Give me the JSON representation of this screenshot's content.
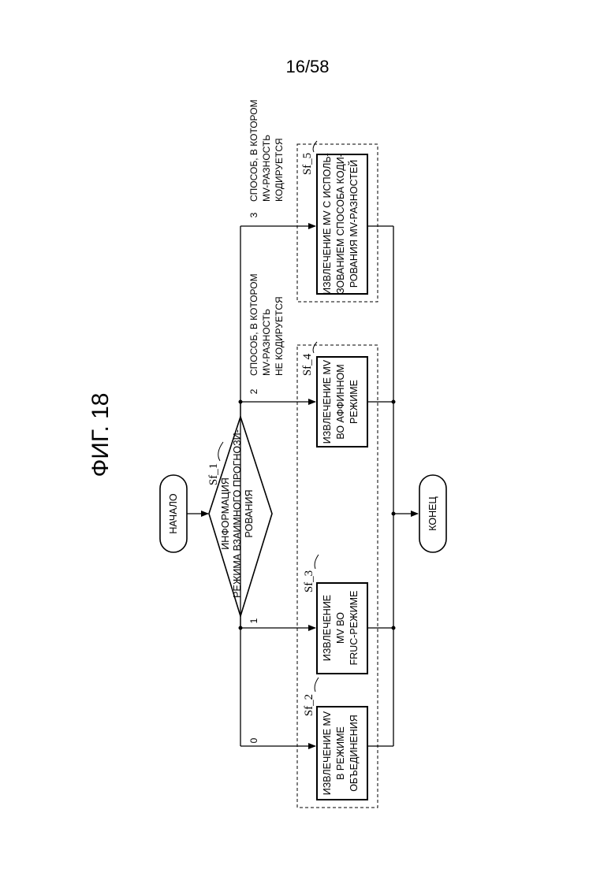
{
  "page_number": "16/58",
  "figure_title": "ФИГ. 18",
  "start": {
    "label": "НАЧАЛО"
  },
  "end": {
    "label": "КОНЕЦ"
  },
  "decision": {
    "ref": "Sf_1",
    "lines": [
      "ИНФОРМАЦИЯ",
      "РЕЖИМА ВЗАИМНОГО ПРОГНОЗИ-",
      "РОВАНИЯ"
    ]
  },
  "branches": [
    {
      "value": "0",
      "description": []
    },
    {
      "value": "1",
      "description": []
    },
    {
      "value": "2",
      "description": [
        "СПОСОБ, В КОТОРОМ",
        "MV-РАЗНОСТЬ",
        "НЕ КОДИРУЕТСЯ"
      ]
    },
    {
      "value": "3",
      "description": [
        "СПОСОБ, В КОТОРОМ",
        "MV-РАЗНОСТЬ",
        "КОДИРУЕТСЯ"
      ]
    }
  ],
  "steps": [
    {
      "ref": "Sf_2",
      "lines": [
        "ИЗВЛЕЧЕНИЕ MV",
        "В РЕЖИМЕ",
        "ОБЪЕДИНЕНИЯ"
      ]
    },
    {
      "ref": "Sf_3",
      "lines": [
        "ИЗВЛЕЧЕНИЕ",
        "MV ВО",
        "FRUC-РЕЖИМЕ"
      ]
    },
    {
      "ref": "Sf_4",
      "lines": [
        "ИЗВЛЕЧЕНИЕ MV",
        "ВО АФФИННОМ",
        "РЕЖИМЕ"
      ]
    },
    {
      "ref": "Sf_5",
      "lines": [
        "ИЗВЛЕЧЕНИЕ MV С ИСПОЛЬ-",
        "ЗОВАНИЕМ СПОСОБА КОДИ-",
        "РОВАНИЯ MV-РАЗНОСТЕЙ"
      ]
    }
  ]
}
